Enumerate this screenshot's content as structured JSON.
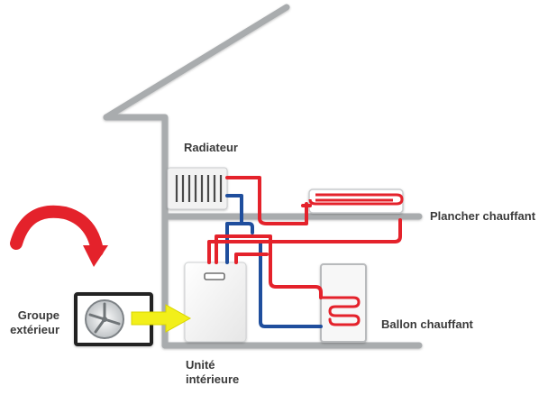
{
  "labels": {
    "radiateur": "Radiateur",
    "plancher": "Plancher chauffant",
    "groupe_line1": "Groupe",
    "groupe_line2": "extérieur",
    "ballon": "Ballon chauffant",
    "unite_line1": "Unité",
    "unite_line2": "intérieure"
  },
  "colors": {
    "wall": "#a9acae",
    "hot_pipe": "#e4222b",
    "cold_pipe": "#1f4e9d",
    "arrow_curve": "#e4222b",
    "arrow_flow": "#f2ef1a",
    "unit_body": "#f4f4f4",
    "outdoor_frame": "#222222",
    "text": "#3a3a3a"
  }
}
